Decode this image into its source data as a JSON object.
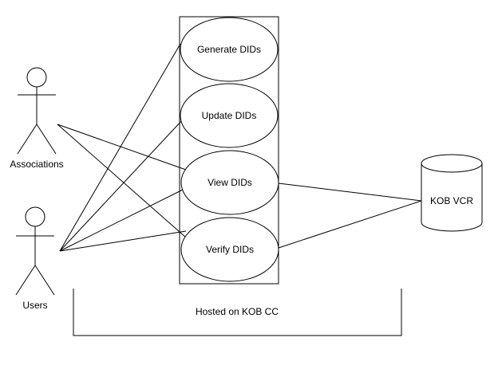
{
  "diagram": {
    "actors": {
      "associations": "Associations",
      "users": "Users"
    },
    "use_cases": {
      "generate": "Generate DIDs",
      "update": "Update DIDs",
      "view": "View DIDs",
      "verify": "Verify DIDs"
    },
    "database": {
      "label": "KOB VCR"
    },
    "hosting": {
      "label": "Hosted on KOB CC"
    },
    "colors": {
      "stroke": "#000000",
      "background": "#ffffff"
    }
  }
}
